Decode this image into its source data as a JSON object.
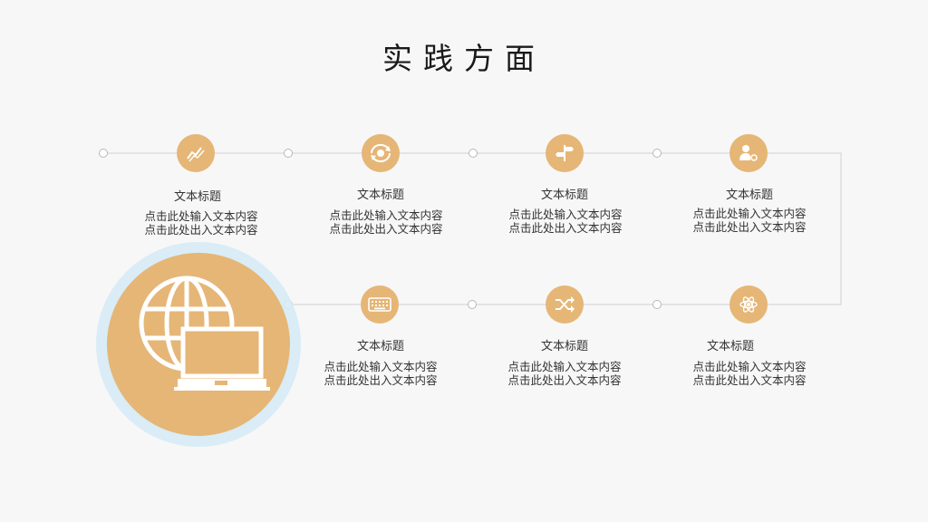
{
  "title": "实践方面",
  "colors": {
    "accent": "#e5b676",
    "line": "#d0d0d0",
    "text": "#333333"
  },
  "steps": [
    {
      "title": "文本标题",
      "line1": "点击此处输入文本内容",
      "line2": "点击此处出入文本内容",
      "icon": "chart-trend-icon"
    },
    {
      "title": "文本标题",
      "line1": "点击此处输入文本内容",
      "line2": "点击此处出入文本内容",
      "icon": "eye-cycle-icon"
    },
    {
      "title": "文本标题",
      "line1": "点击此处输入文本内容",
      "line2": "点击此处出入文本内容",
      "icon": "signpost-icon"
    },
    {
      "title": "文本标题",
      "line1": "点击此处输入文本内容",
      "line2": "点击此处出入文本内容",
      "icon": "user-settings-icon"
    },
    {
      "title": "文本标题",
      "line1": "点击此处输入文本内容",
      "line2": "点击此处出入文本内容",
      "icon": "keyboard-icon"
    },
    {
      "title": "文本标题",
      "line1": "点击此处输入文本内容",
      "line2": "点击此处出入文本内容",
      "icon": "shuffle-icon"
    },
    {
      "title": "文本标题",
      "line1": "点击此处输入文本内容",
      "line2": "点击此处出入文本内容",
      "icon": "atom-icon"
    }
  ],
  "hero_icon": "globe-laptop-icon"
}
